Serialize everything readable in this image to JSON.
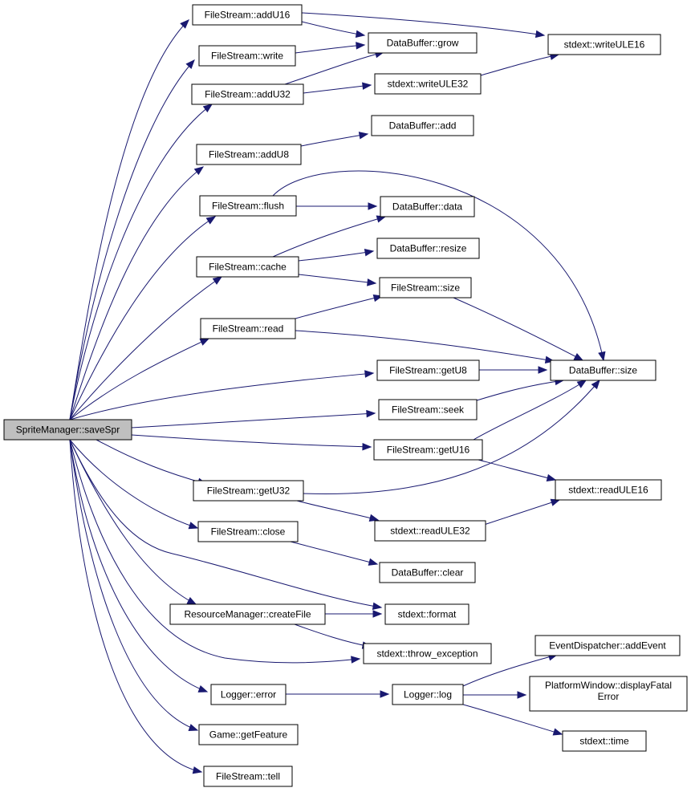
{
  "colors": {
    "edge": "#191970",
    "node_border": "#000000",
    "root_fill": "#bfbfbf",
    "node_fill": "#ffffff"
  },
  "nodes": [
    {
      "id": "root",
      "label": "SpriteManager::saveSpr"
    },
    {
      "id": "fs_addU16",
      "label": "FileStream::addU16"
    },
    {
      "id": "fs_write",
      "label": "FileStream::write"
    },
    {
      "id": "fs_addU32",
      "label": "FileStream::addU32"
    },
    {
      "id": "fs_addU8",
      "label": "FileStream::addU8"
    },
    {
      "id": "fs_flush",
      "label": "FileStream::flush"
    },
    {
      "id": "fs_cache",
      "label": "FileStream::cache"
    },
    {
      "id": "fs_read",
      "label": "FileStream::read"
    },
    {
      "id": "fs_getU8",
      "label": "FileStream::getU8"
    },
    {
      "id": "fs_seek",
      "label": "FileStream::seek"
    },
    {
      "id": "fs_getU16",
      "label": "FileStream::getU16"
    },
    {
      "id": "fs_getU32",
      "label": "FileStream::getU32"
    },
    {
      "id": "fs_close",
      "label": "FileStream::close"
    },
    {
      "id": "rm_createFile",
      "label": "ResourceManager::createFile"
    },
    {
      "id": "logger_error",
      "label": "Logger::error"
    },
    {
      "id": "game_getFeature",
      "label": "Game::getFeature"
    },
    {
      "id": "fs_tell",
      "label": "FileStream::tell"
    },
    {
      "id": "db_grow",
      "label": "DataBuffer::grow"
    },
    {
      "id": "sx_writeULE32",
      "label": "stdext::writeULE32"
    },
    {
      "id": "sx_writeULE16",
      "label": "stdext::writeULE16"
    },
    {
      "id": "db_add",
      "label": "DataBuffer::add"
    },
    {
      "id": "db_data",
      "label": "DataBuffer::data"
    },
    {
      "id": "db_resize",
      "label": "DataBuffer::resize"
    },
    {
      "id": "fs_size",
      "label": "FileStream::size"
    },
    {
      "id": "db_size",
      "label": "DataBuffer::size"
    },
    {
      "id": "sx_readULE16",
      "label": "stdext::readULE16"
    },
    {
      "id": "sx_readULE32",
      "label": "stdext::readULE32"
    },
    {
      "id": "db_clear",
      "label": "DataBuffer::clear"
    },
    {
      "id": "sx_format",
      "label": "stdext::format"
    },
    {
      "id": "sx_throw",
      "label": "stdext::throw_exception"
    },
    {
      "id": "logger_log",
      "label": "Logger::log"
    },
    {
      "id": "ed_addEvent",
      "label": "EventDispatcher::addEvent"
    },
    {
      "id": "pw_displayFatalError",
      "label": "PlatformWindow::displayFatal",
      "label2": "Error"
    },
    {
      "id": "sx_time",
      "label": "stdext::time"
    }
  ]
}
